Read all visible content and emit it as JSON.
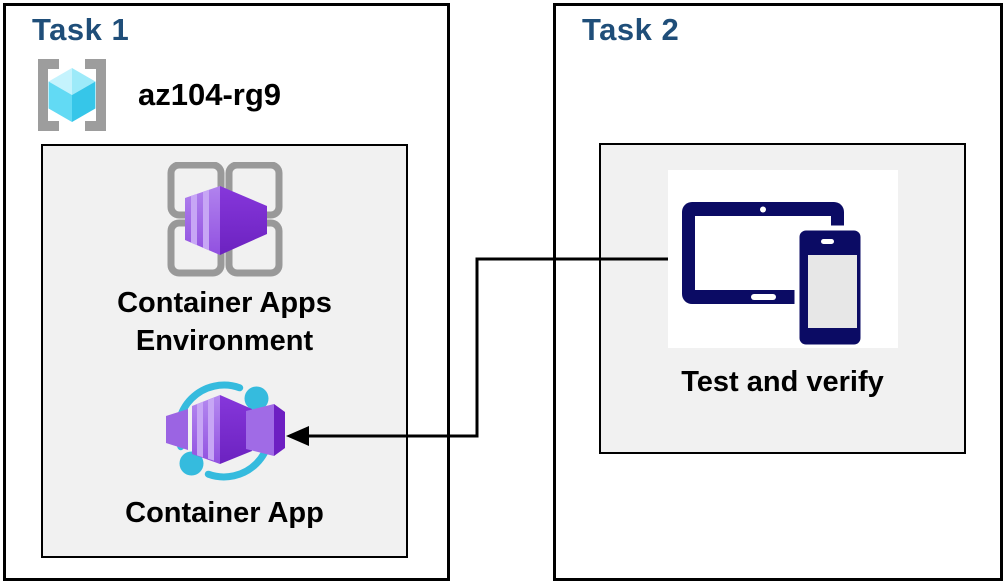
{
  "task1": {
    "title": "Task 1",
    "resource_group_name": "az104-rg9",
    "environment": {
      "label_line1": "Container Apps",
      "label_line2": "Environment"
    },
    "container_app": {
      "label": "Container App"
    }
  },
  "task2": {
    "title": "Task 2",
    "test_node": {
      "label": "Test and verify"
    }
  },
  "icons": {
    "resource_group": "azure-resource-group-icon",
    "environment": "container-apps-environment-icon",
    "container_app": "container-app-icon",
    "test_devices": "tablet-and-phone-icon",
    "connector": "left-arrow-connector"
  },
  "colors": {
    "task_title": "#1F4E79",
    "panel_fill": "#F1F1F1",
    "box_border": "#000000",
    "label_text": "#000000",
    "azure_purple_light": "#AC7BEC",
    "azure_purple": "#9352E2",
    "azure_purple_dark": "#7B2ECF",
    "azure_cyan": "#35BBDE",
    "rg_cube_cyan_light": "#C5F3FD",
    "rg_cube_cyan": "#62DAF4",
    "rg_cube_cyan_dark": "#36C6E9",
    "bracket_gray": "#9D9D9D",
    "grid_gray": "#999999",
    "device_navy": "#0B0B64",
    "device_screen_gray": "#E7E7E7",
    "background": "#FFFFFF"
  }
}
